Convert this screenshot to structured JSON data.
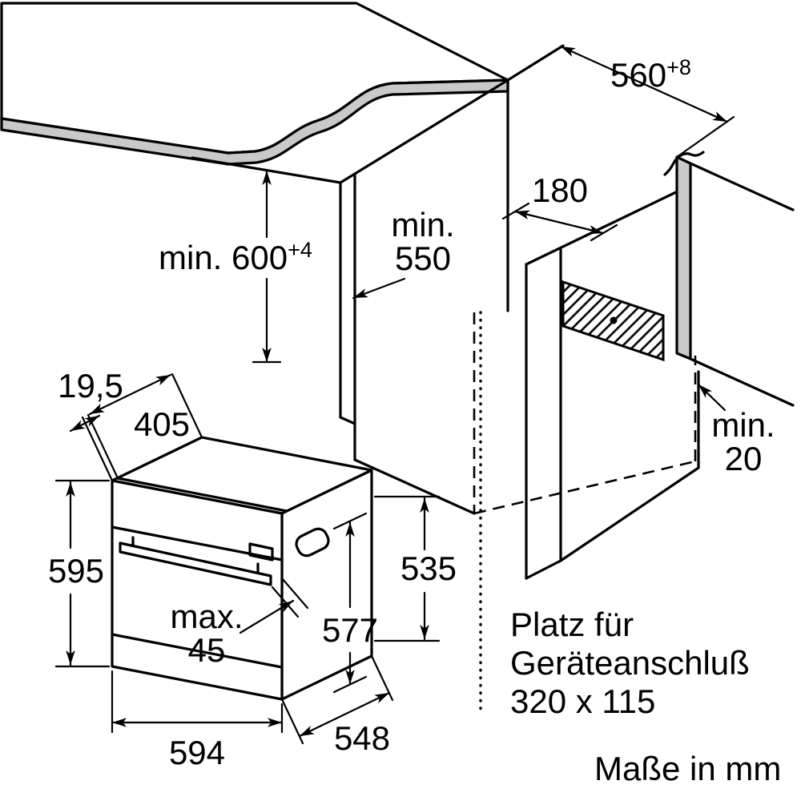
{
  "diagram": {
    "niche": {
      "width": {
        "value": "560",
        "tol": "+8"
      },
      "under_worktop_height": {
        "value": "min. 600",
        "tol": "+4"
      },
      "depth": {
        "l1": "min.",
        "l2": "550"
      },
      "connection_offset": "180",
      "rear_gap": {
        "l1": "min.",
        "l2": "20"
      }
    },
    "oven": {
      "frame_depth": "19,5",
      "top_depth": "405",
      "front_height": "595",
      "rear_height": "535",
      "depth": "577",
      "handle": {
        "l1": "max.",
        "l2": "45"
      },
      "width": "594",
      "body_depth": "548"
    },
    "connection_area": {
      "l1": "Platz für",
      "l2": "Geräteanschluß",
      "l3": "320 x 115"
    },
    "units_note": "Maße in mm"
  }
}
